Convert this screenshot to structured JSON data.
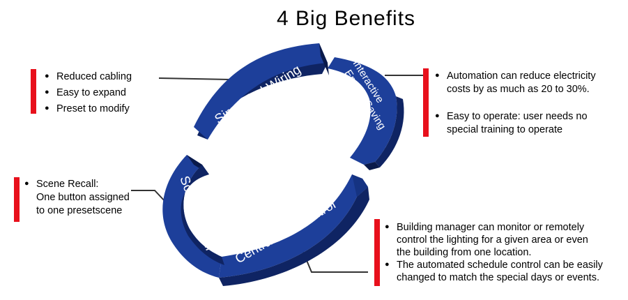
{
  "title": "4 Big Benefits",
  "colors": {
    "segment_top": "#1d3f9a",
    "segment_side": "#0f2463",
    "accent_bar": "#e8101c",
    "connector": "#333333"
  },
  "segments": {
    "wiring": "Simplified Wiring",
    "energy_line1": "Interactive",
    "energy_line2": "Energy Saving",
    "control": "Centralized Control",
    "scene": "Scene Recall"
  },
  "wiring_benefits": [
    "Reduced cabling",
    "Easy to expand",
    "Preset to modify"
  ],
  "energy_benefits": [
    [
      "Automation can reduce electricity",
      "costs by as much as 20 to 30%."
    ],
    [
      "Easy to operate: user needs no",
      "special training to operate"
    ]
  ],
  "scene_benefits": [
    [
      "Scene Recall:",
      "One button assigned",
      "to one presetscene"
    ]
  ],
  "control_benefits": [
    [
      "Building manager can monitor or remotely",
      "control the lighting for a given area or even",
      "the building from one location."
    ],
    [
      "The automated schedule control can be easily",
      "changed to match the special days or events."
    ]
  ]
}
